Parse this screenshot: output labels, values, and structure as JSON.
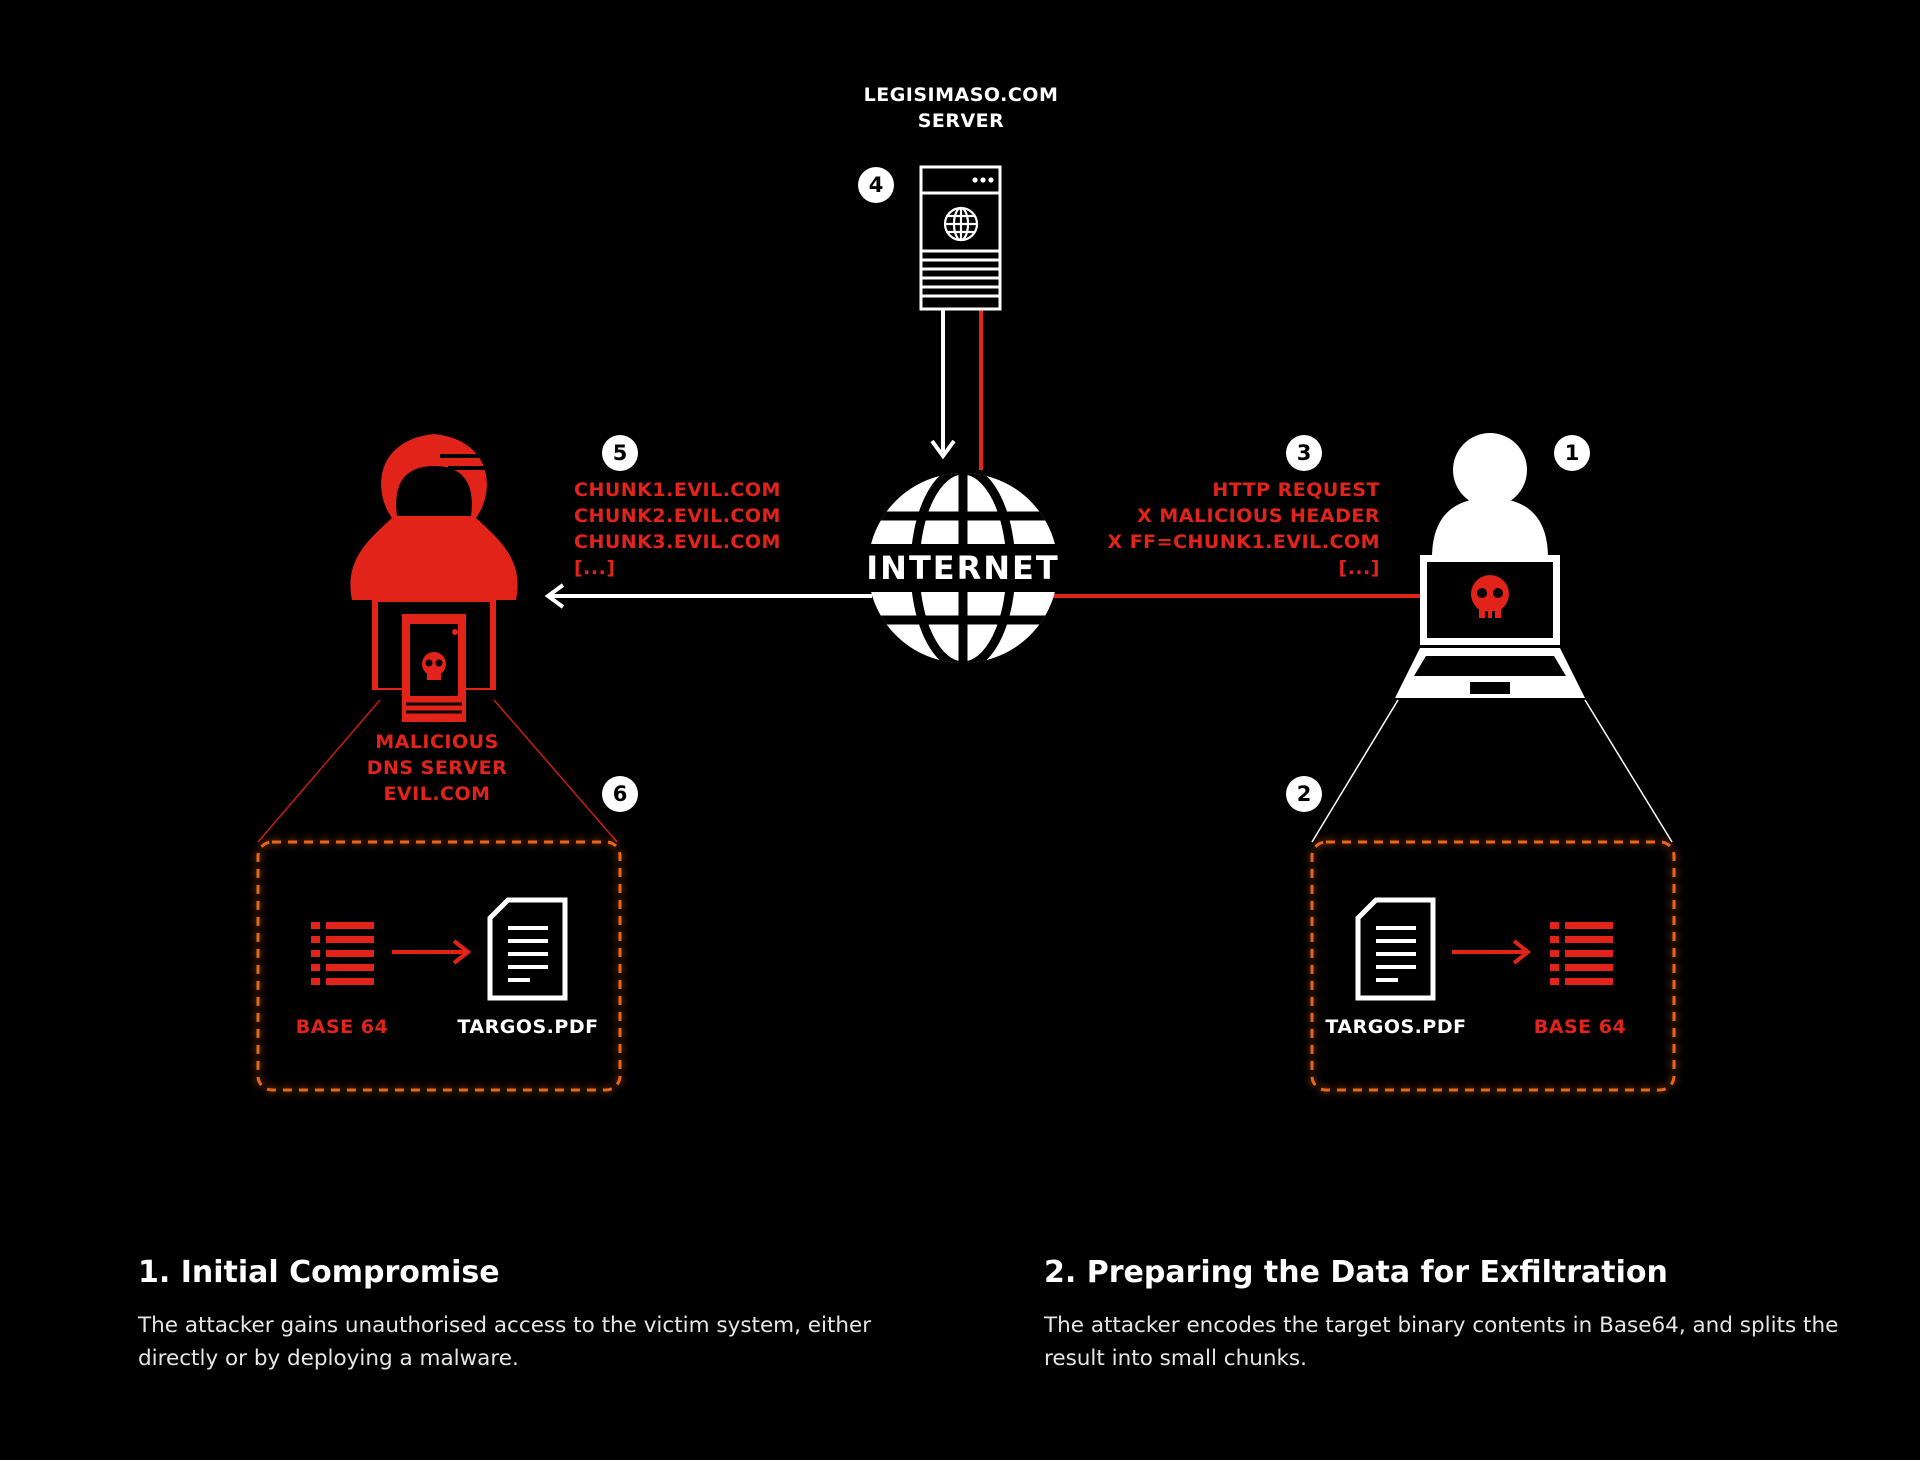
{
  "server": {
    "name_line1": "LEGISIMASO.COM",
    "name_line2": "SERVER"
  },
  "internet": {
    "label": "INTERNET"
  },
  "badges": [
    "1",
    "2",
    "3",
    "4",
    "5",
    "6"
  ],
  "http_request": {
    "lines": [
      "HTTP REQUEST",
      "X MALICIOUS  HEADER",
      "X FF=CHUNK1.EVIL.COM",
      "[...]"
    ]
  },
  "dns_queries": {
    "lines": [
      "CHUNK1.EVIL.COM",
      "CHUNK2.EVIL.COM",
      "CHUNK3.EVIL.COM",
      "[...]"
    ]
  },
  "attacker": {
    "lines": [
      "MALICIOUS",
      "DNS SERVER",
      "EVIL.COM"
    ]
  },
  "left_box": {
    "source_label": "BASE 64",
    "target_label": "TARGOS.PDF"
  },
  "right_box": {
    "source_label": "TARGOS.PDF",
    "target_label": "BASE 64"
  },
  "steps": [
    {
      "title": "1. Initial Compromise",
      "description": "The attacker gains unauthorised access to the victim system, either directly or by deploying a malware."
    },
    {
      "title": "2. Preparing the Data for Exfiltration",
      "description": "The attacker encodes the target binary contents in Base64, and splits the result into small chunks."
    }
  ],
  "colors": {
    "background": "#000000",
    "accent_red": "#e2231a",
    "box_orange": "#e8651e",
    "foreground": "#ffffff"
  },
  "icons": [
    "server-icon",
    "globe-icon",
    "attacker-hooded-icon",
    "victim-user-icon",
    "laptop-icon",
    "skull-icon",
    "document-icon",
    "base64-list-icon",
    "arrow-right-icon"
  ]
}
